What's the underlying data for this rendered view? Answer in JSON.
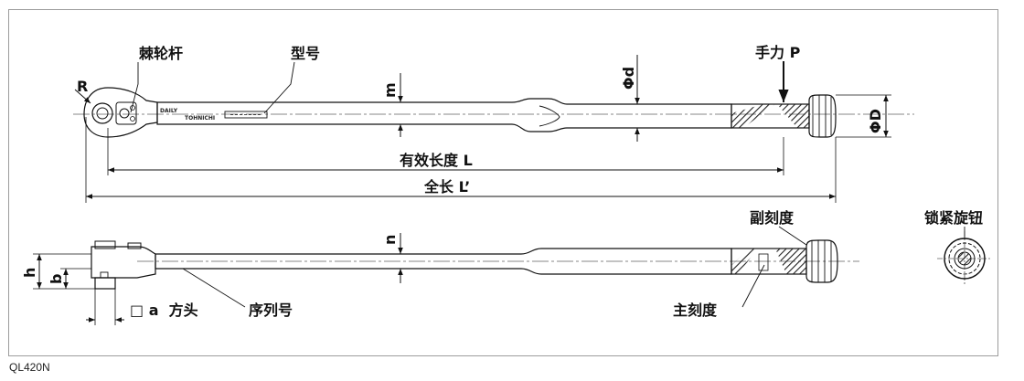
{
  "labels": {
    "ratchet": "棘轮杆",
    "model_no": "型号",
    "hand_force": "手力 P",
    "R": "R",
    "m": "m",
    "phi_d": "Φd",
    "phi_D": "ΦD",
    "effective_length": "有效长度 L",
    "total_length": "全长 L’",
    "sub_scale": "副刻度",
    "lock_knob": "锁紧旋钮",
    "n": "n",
    "h": "h",
    "b": "b",
    "square_head": "□ a  方头",
    "serial_no": "序列号",
    "main_scale": "主刻度"
  },
  "handle_marks": {
    "brand": "DAILY",
    "maker": "TOHNICHI"
  },
  "caption": "QL420N"
}
